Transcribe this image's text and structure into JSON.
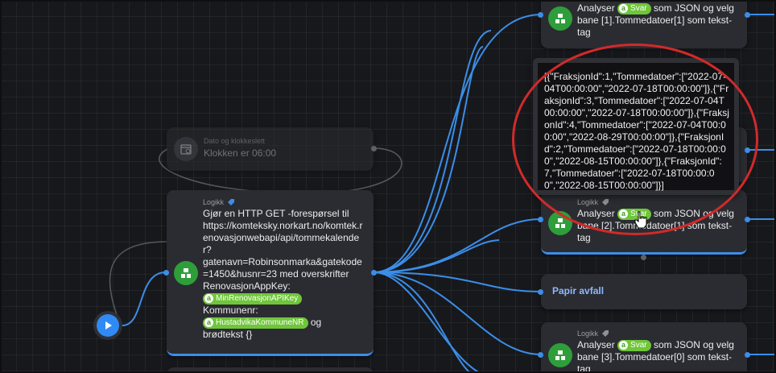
{
  "time_node": {
    "category": "Dato og klokkeslett",
    "text": "Klokken er 06:00"
  },
  "http_node": {
    "category": "Logikk",
    "line1": "Gjør en HTTP GET -forespørsel til",
    "url": "https://komteksky.norkart.no/komtek.renovasjonwebapi/api/tommekalender?",
    "params": "gatenavn=Robinsonmarka&gatekode=1450&husnr=23 med overskrifter",
    "header_key": "RenovasjonAppKey:",
    "header_value_badge": "MinRenovasjonAPIKey",
    "kommune_label": "Kommunenr:",
    "kommune_badge": "HustadvikaKommuneNR",
    "tail_og": "og",
    "tail_body": "brødtekst {}"
  },
  "top_node": {
    "prefix": "Analyser",
    "badge": "Svar",
    "suffix": "som JSON og velg bane [1].Tommedatoer[1] som tekst-tag"
  },
  "mid_node": {
    "category": "Logikk",
    "prefix": "Analyser",
    "badge": "Svar",
    "suffix": "som JSON og velg bane [2].Tommedatoer[1] som tekst-tag"
  },
  "papir_node": {
    "text": "Papir avfall"
  },
  "bottom_node": {
    "category": "Logikk",
    "prefix": "Analyser",
    "badge": "Svar",
    "suffix": "som JSON og velg bane [3].Tommedatoer[0] som tekst-tag"
  },
  "tooltip": {
    "json_text": "[{\"FraksjonId\":1,\"Tommedatoer\":[\"2022-07-04T00:00:00\",\"2022-07-18T00:00:00\"]},{\"FraksjonId\":3,\"Tommedatoer\":[\"2022-07-04T00:00:00\",\"2022-07-18T00:00:00\"]},{\"FraksjonId\":4,\"Tommedatoer\":[\"2022-07-04T00:00:00\",\"2022-08-29T00:00:00\"]},{\"FraksjonId\":2,\"Tommedatoer\":[\"2022-07-18T00:00:00\",\"2022-08-15T00:00:00\"]},{\"FraksjonId\":7,\"Tommedatoer\":[\"2022-07-18T00:00:00\",\"2022-08-15T00:00:00\"]}]"
  },
  "icons": {
    "node": "cubes-icon",
    "tag": "tag-icon",
    "calendar": "calendar-clock-icon",
    "start": "play-icon",
    "pointer": "hand-pointer-icon",
    "arrow": "up-arrow-annotation"
  },
  "colors": {
    "background": "#17181c",
    "card": "#2b2c31",
    "accent_blue": "#3b8ee8",
    "node_green": "#2e9e3a",
    "badge_green": "#6fc63a",
    "annotation_red": "#d12a2a",
    "annotation_arrow": "#3aa36a"
  }
}
